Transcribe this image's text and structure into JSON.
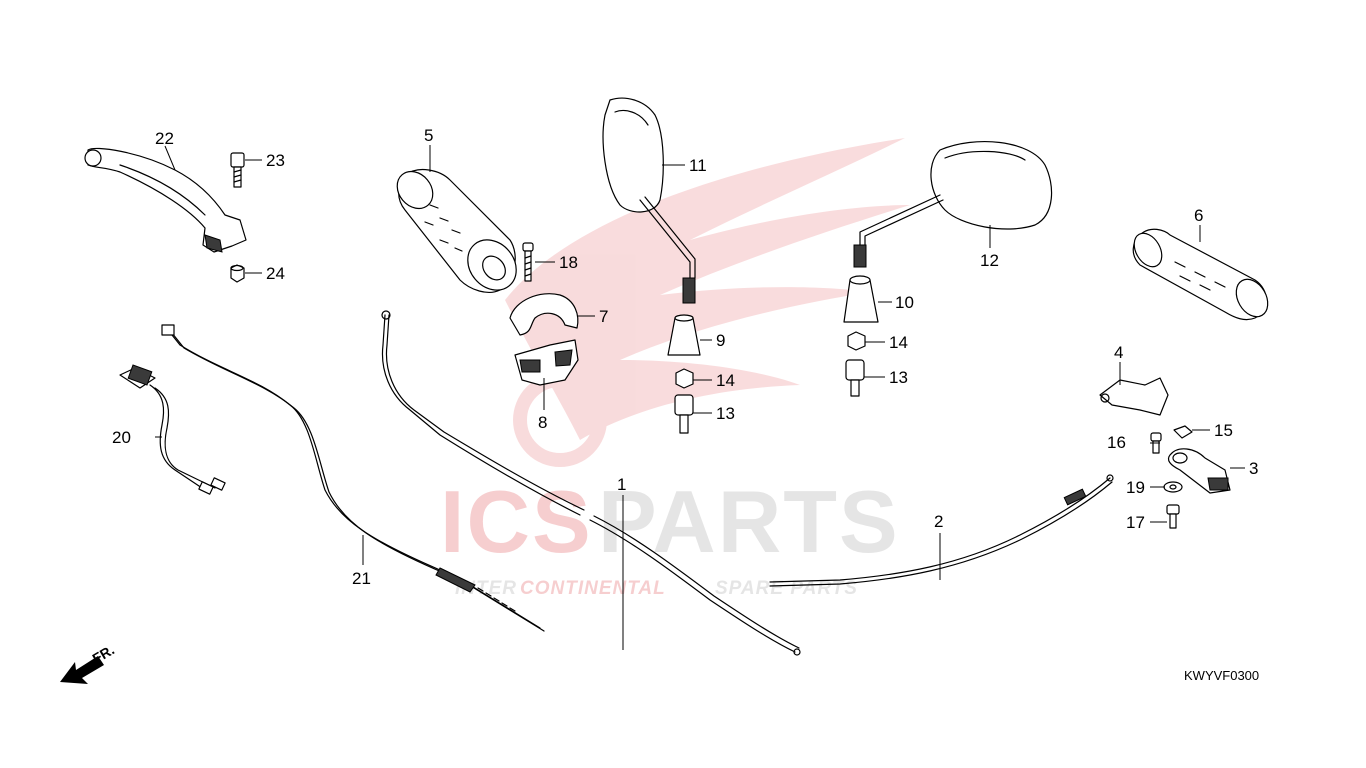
{
  "watermark": {
    "brand_left": "ICS",
    "brand_right": "PARTS",
    "tagline_1": "INTER",
    "tagline_2": "CONTINENTAL",
    "tagline_3": "SPARE PARTS",
    "accent": "#d9262b",
    "gray": "#9a9a9a"
  },
  "direction_marker": "FR.",
  "diagram_code": "KWYVF0300",
  "callouts": {
    "c1": "1",
    "c2": "2",
    "c3": "3",
    "c4": "4",
    "c5": "5",
    "c6": "6",
    "c7": "7",
    "c8": "8",
    "c9": "9",
    "c10": "10",
    "c11": "11",
    "c12": "12",
    "c13a": "13",
    "c13b": "13",
    "c14a": "14",
    "c14b": "14",
    "c15": "15",
    "c16": "16",
    "c17": "17",
    "c18": "18",
    "c19": "19",
    "c20": "20",
    "c21": "21",
    "c22": "22",
    "c23": "23",
    "c24": "24"
  }
}
